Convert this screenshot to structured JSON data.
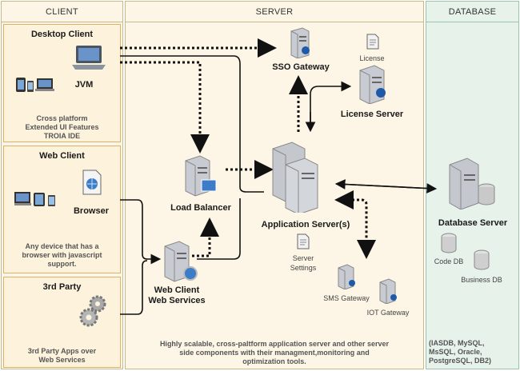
{
  "sections": {
    "client": "CLIENT",
    "server": "SERVER",
    "database": "DATABASE"
  },
  "client": {
    "desktop": {
      "title": "Desktop Client",
      "jvm": "JVM",
      "desc": [
        "Cross platform",
        "Extended UI Features",
        "TROIA IDE"
      ]
    },
    "web": {
      "title": "Web Client",
      "browser": "Browser",
      "desc": [
        "Any device that has a",
        "browser with javascript",
        "support."
      ]
    },
    "third": {
      "title": "3rd Party",
      "desc": [
        "3rd Party Apps over",
        "Web Services"
      ]
    }
  },
  "server": {
    "sso_gateway": "SSO Gateway",
    "license": "License",
    "license_server": "License Server",
    "load_balancer": "Load Balancer",
    "app_server": "Application Server(s)",
    "server_settings": [
      "Server",
      "Settings"
    ],
    "web_services": [
      "Web Client",
      "Web Services"
    ],
    "sms_gateway": "SMS Gateway",
    "iot_gateway": "IOT Gateway",
    "desc": [
      "Highly scalable, cross-paltform application server and other server",
      "side components with their managment,monitoring and",
      "optimization tools."
    ]
  },
  "database": {
    "db_server": "Database Server",
    "code_db": "Code DB",
    "business_db": "Business DB",
    "desc": [
      "(IASDB, MySQL,",
      "MsSQL, Oracle,",
      "PostgreSQL, DB2)"
    ]
  },
  "colors": {
    "client_bg": "#fdf6e6",
    "server_bg": "#fdf6e6",
    "db_bg": "#e6f2ea",
    "card_bg": "#fdf3dc",
    "card_border": "#d9b36a"
  }
}
